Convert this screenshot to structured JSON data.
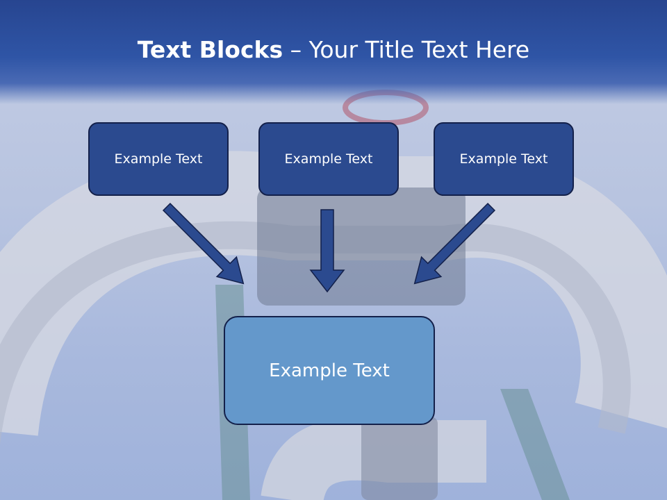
{
  "slide": {
    "title_bold": "Text Blocks",
    "title_separator": " – ",
    "title_rest": "Your Title Text Here",
    "boxes": {
      "left": "Example Text",
      "center": "Example Text",
      "right": "Example Text",
      "bottom": "Example Text"
    }
  },
  "colors": {
    "header": "#2f55a6",
    "top_box_fill": "#2b4a8f",
    "bottom_box_fill": "#6498cb",
    "box_border": "#13204a",
    "arrow_fill": "#2b4a8f"
  },
  "icons": {
    "arrow": "arrow-down-icon"
  }
}
